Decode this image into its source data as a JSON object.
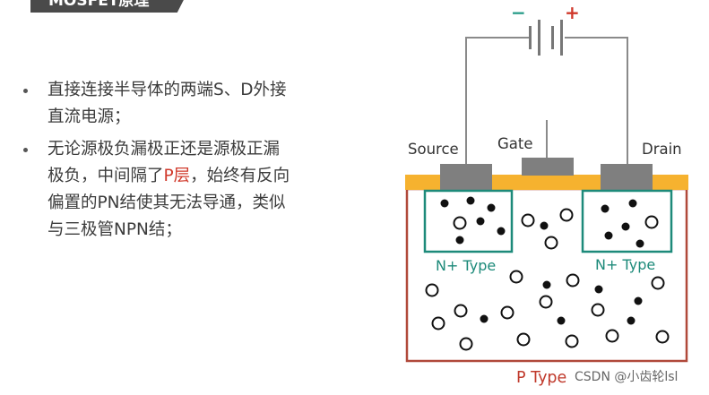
{
  "title": "MOSFET原理",
  "bullets": [
    {
      "line1": "直接连接半导体的两端S、D外接",
      "line2": "直流电源；"
    },
    {
      "line1": "无论源极负漏极正还是源极正漏",
      "line2_pre": "极负，中间隔了",
      "line2_hl": "P层",
      "line2_post": "，始终有反向",
      "line3": "偏置的PN结使其无法导通，类似",
      "line4": "与三极管NPN结；"
    }
  ],
  "diagram": {
    "battery_minus": "−",
    "battery_plus": "+",
    "source_label": "Source",
    "gate_label": "Gate",
    "drain_label": "Drain",
    "n_left_label": "N+ Type",
    "n_right_label": "N+ Type",
    "p_label": "P Type"
  },
  "colors": {
    "oxide": "#f6b22f",
    "electrode": "#7f7f7f",
    "n_region": "#1d8a7a",
    "p_region": "#b0493a",
    "minus": "#2a9d8a",
    "plus": "#d0392b"
  },
  "watermark": "CSDN @小齿轮lsl"
}
